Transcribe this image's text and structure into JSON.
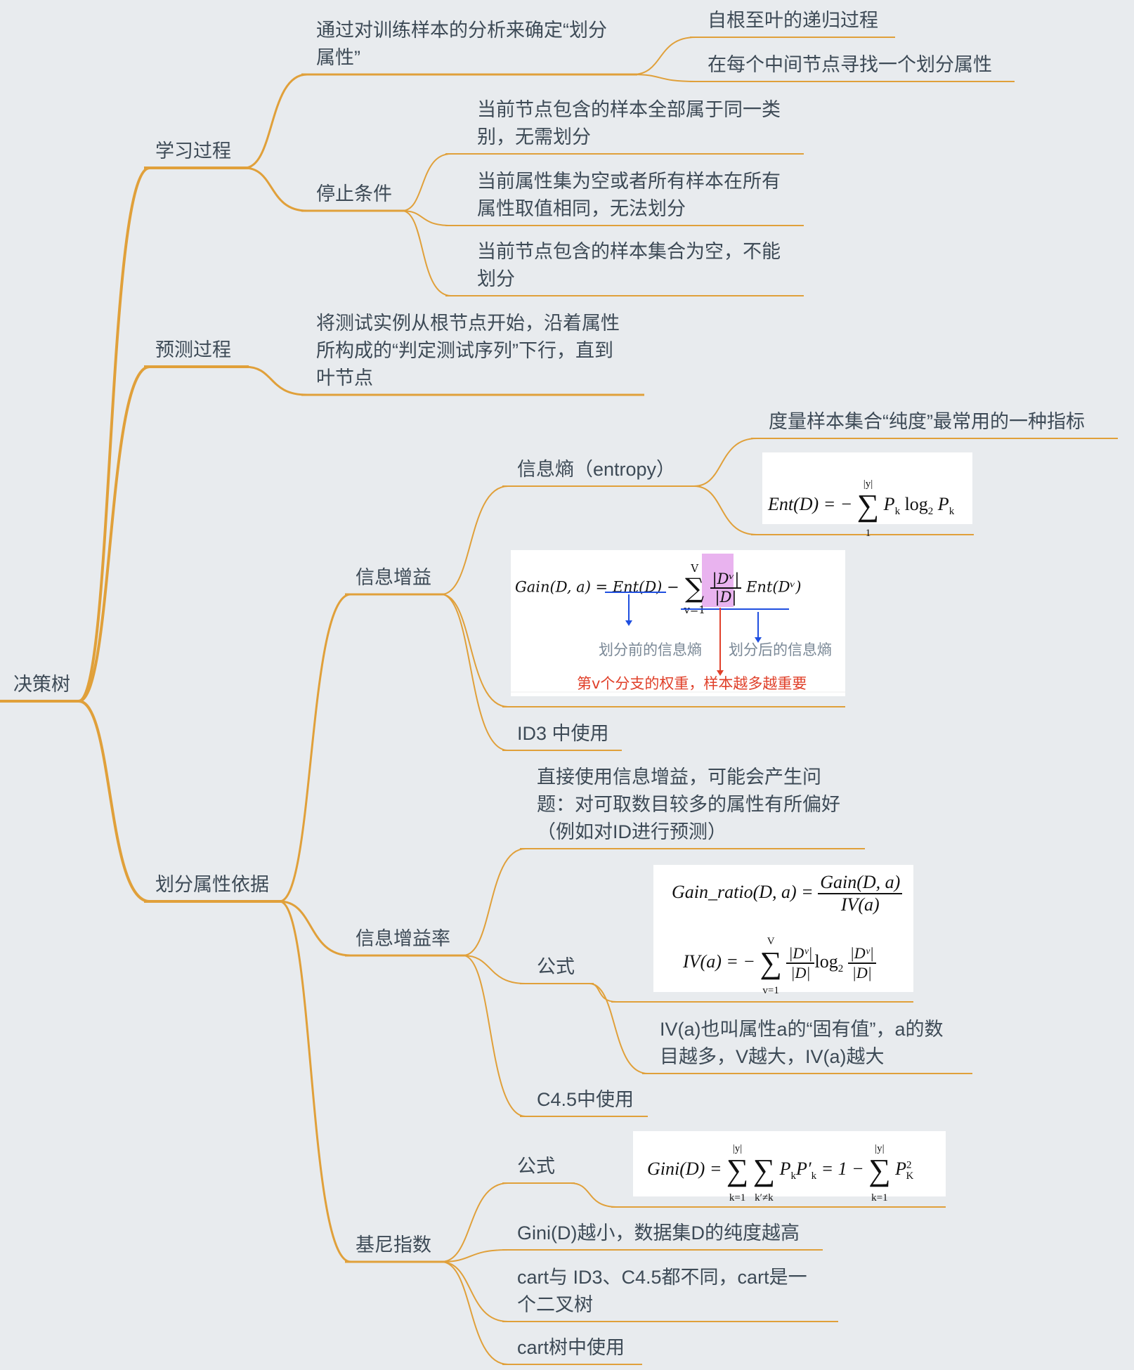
{
  "colors": {
    "background": "#e8ebee",
    "branch": "#e0a03a",
    "text": "#3d4a56",
    "blue_annotation": "#1f4fe0",
    "red_annotation": "#e0402a",
    "highlight": "#e9b3ef"
  },
  "root": {
    "label": "决策树"
  },
  "learning": {
    "label": "学习过程",
    "determine": {
      "label": "通过对训练样本的分析来确定“划分\n属性”",
      "children": [
        "自根至叶的递归过程",
        "在每个中间节点寻找一个划分属性"
      ]
    },
    "stop": {
      "label": "停止条件",
      "children": [
        "当前节点包含的样本全部属于同一类\n别，无需划分",
        "当前属性集为空或者所有样本在所有\n属性取值相同，无法划分",
        "当前节点包含的样本集合为空，不能\n划分"
      ]
    }
  },
  "predict": {
    "label": "预测过程",
    "child": "将测试实例从根节点开始，沿着属性\n所构成的“判定测试序列”下行，直到\n叶节点"
  },
  "split": {
    "label": "划分属性依据",
    "gain": {
      "label": "信息增益",
      "entropy": {
        "label": "信息熵（entropy）",
        "desc": "度量样本集合“纯度”最常用的一种指标",
        "formula": {
          "lhs": "Ent(D) = −",
          "sum_top": "|y|",
          "sum_bottom": "1",
          "body": "P",
          "sub": "k",
          "log": "log",
          "log_sub": "2"
        }
      },
      "gain_formula": {
        "lhs": "Gain(D, a) = ",
        "ent": "Ent(D)",
        "minus": " − ",
        "sum_top": "V",
        "sum_bottom": "v=1",
        "num": "|Dᵛ|",
        "den": "|D|",
        "tail": "Ent(Dᵛ)",
        "before_label": "划分前的信息熵",
        "after_label": "划分后的信息熵",
        "weight_label": "第v个分支的权重，样本越多越重要"
      },
      "usage": "ID3 中使用"
    },
    "ratio": {
      "label": "信息增益率",
      "problem": "直接使用信息增益，可能会产生问\n题：对可取数目较多的属性有所偏好\n（例如对ID进行预测）",
      "formula_label": "公式",
      "formula": {
        "ratio_lhs": "Gain_ratio(D, a) = ",
        "ratio_num": "Gain(D, a)",
        "ratio_den": "IV(a)",
        "iv_lhs": "IV(a) = −",
        "sum_top": "V",
        "sum_bottom": "v=1",
        "num": "|Dᵛ|",
        "den": "|D|",
        "log": "log",
        "log_sub": "2"
      },
      "iv_note": "IV(a)也叫属性a的“固有值”，a的数\n目越多，V越大，IV(a)越大",
      "usage": "C4.5中使用"
    },
    "gini": {
      "label": "基尼指数",
      "formula_label": "公式",
      "formula": {
        "lhs": "Gini(D) = ",
        "sum1_top": "|y|",
        "sum1_bottom": "k=1",
        "sum2_bottom": "k′≠k",
        "body": "P",
        "sub1": "k",
        "body2": "P′",
        "sub2": "k",
        "mid": " = 1 − ",
        "sum3_top": "|y|",
        "sum3_bottom": "k=1",
        "tail": "P",
        "tail_sup": "2",
        "tail_sub": "K"
      },
      "note": "Gini(D)越小，数据集D的纯度越高",
      "cart": "cart与 ID3、C4.5都不同，cart是一\n个二叉树",
      "usage": "cart树中使用"
    }
  }
}
